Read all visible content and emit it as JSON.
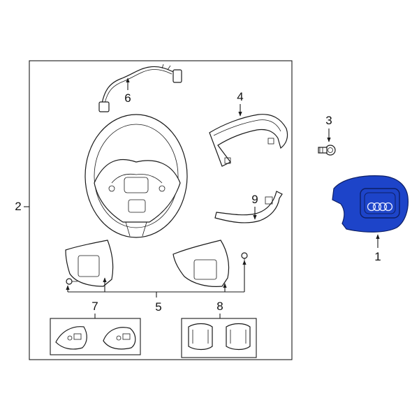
{
  "diagram": {
    "highlight_color": "#1d44c9",
    "callouts": {
      "c1": "1",
      "c2": "2",
      "c3": "3",
      "c4": "4",
      "c5": "5",
      "c6": "6",
      "c7": "7",
      "c8": "8",
      "c9": "9"
    }
  }
}
